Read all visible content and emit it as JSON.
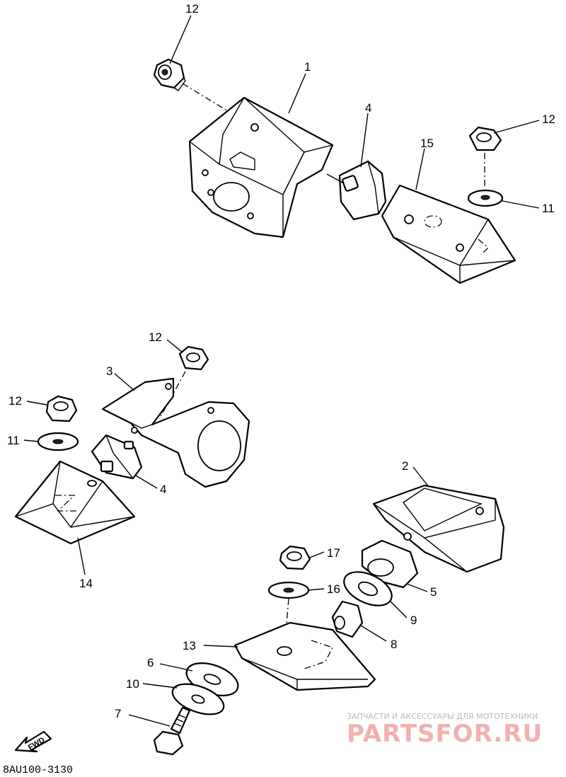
{
  "parts": [
    {
      "id": "p1",
      "label": "1"
    },
    {
      "id": "p2",
      "label": "2"
    },
    {
      "id": "p3",
      "label": "3"
    },
    {
      "id": "p4a",
      "label": "4"
    },
    {
      "id": "p4b",
      "label": "4"
    },
    {
      "id": "p5",
      "label": "5"
    },
    {
      "id": "p6",
      "label": "6"
    },
    {
      "id": "p7",
      "label": "7"
    },
    {
      "id": "p8",
      "label": "8"
    },
    {
      "id": "p9",
      "label": "9"
    },
    {
      "id": "p10",
      "label": "10"
    },
    {
      "id": "p11a",
      "label": "11"
    },
    {
      "id": "p11b",
      "label": "11"
    },
    {
      "id": "p12a",
      "label": "12"
    },
    {
      "id": "p12b",
      "label": "12"
    },
    {
      "id": "p12c",
      "label": "12"
    },
    {
      "id": "p12d",
      "label": "12"
    },
    {
      "id": "p13",
      "label": "13"
    },
    {
      "id": "p14",
      "label": "14"
    },
    {
      "id": "p15",
      "label": "15"
    },
    {
      "id": "p16",
      "label": "16"
    },
    {
      "id": "p17",
      "label": "17"
    }
  ],
  "direction_arrow": {
    "label": "FWD",
    "icon": "fwd-arrow-icon"
  },
  "diagram_code": "8AU100-3130",
  "watermark": {
    "tagline": "ЗАПЧАСТИ И АКСЕССУАРЫ ДЛЯ МОТОТЕХНИКИ",
    "brand": "PARTSFOR.RU",
    "color": "#f2b0b0"
  }
}
